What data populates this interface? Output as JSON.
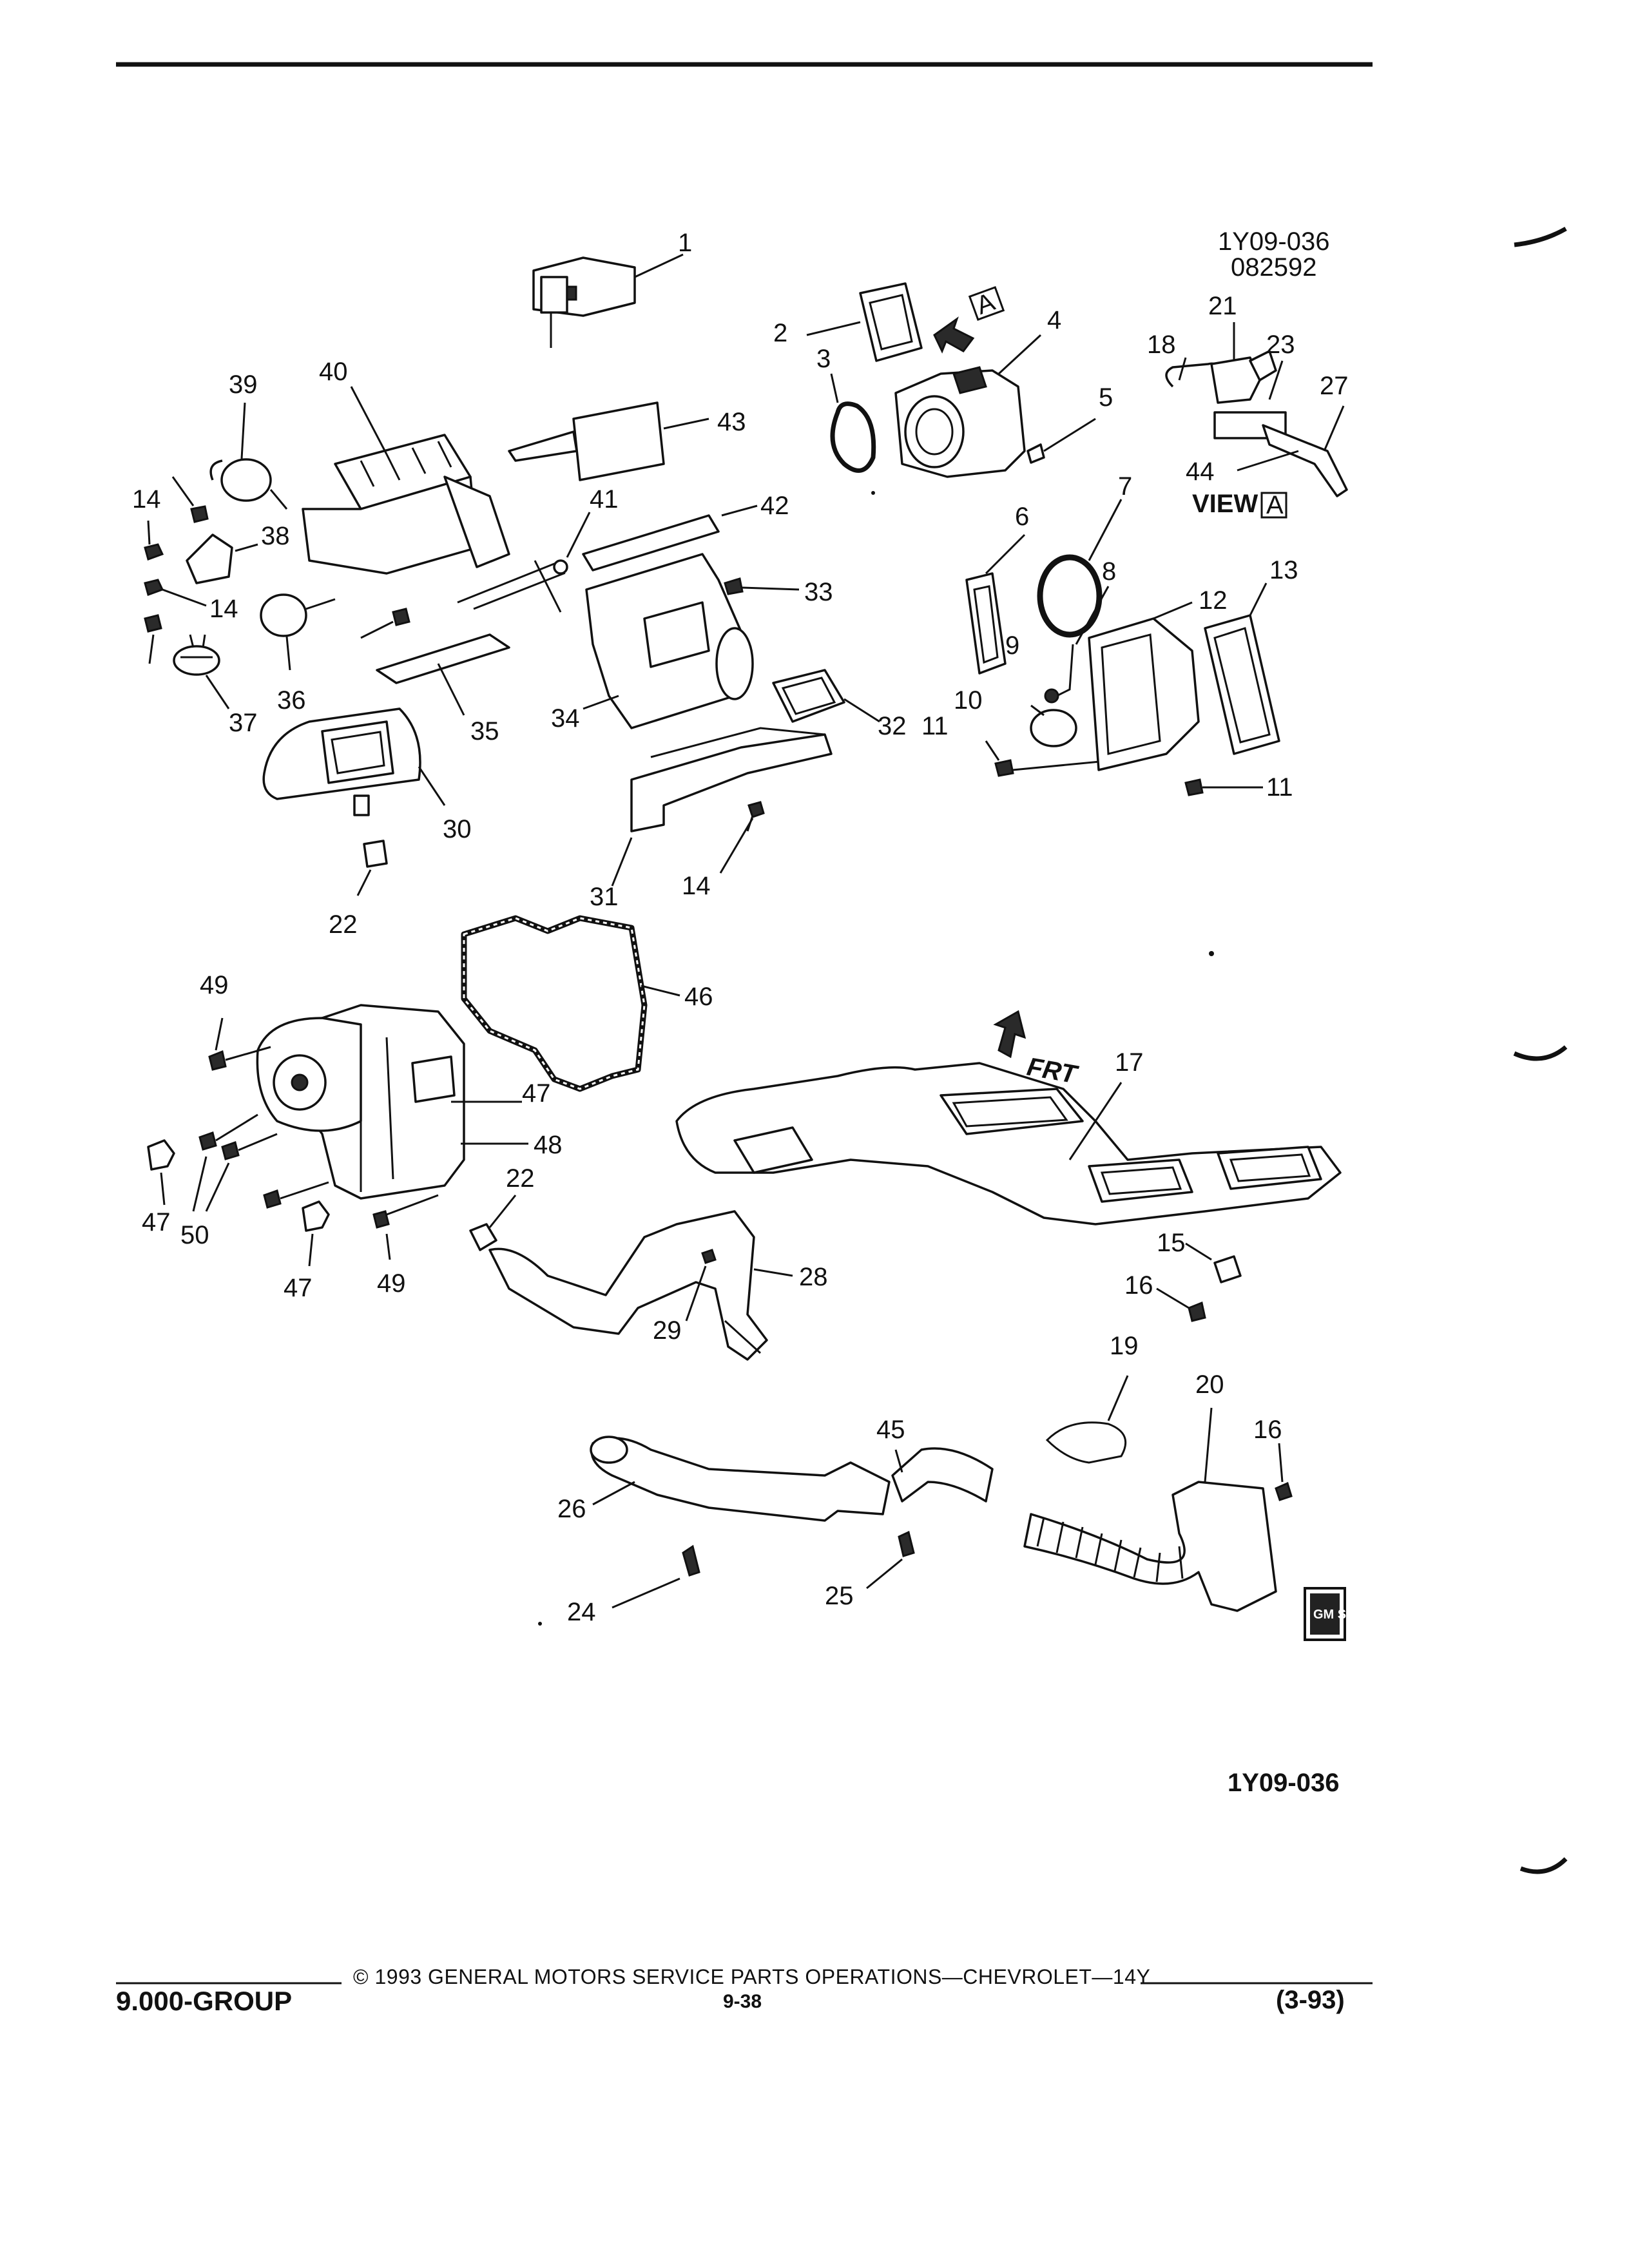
{
  "diagram": {
    "figure_id_top": "1Y09-036",
    "figure_date": "082592",
    "figure_id_bottom": "1Y09-036",
    "view_label": "VIEW",
    "view_letter": "A",
    "arrow_letter": "A",
    "front_label": "FRT",
    "logo_text": "GM SPO",
    "callouts": [
      "1",
      "2",
      "3",
      "4",
      "5",
      "6",
      "7",
      "8",
      "9",
      "10",
      "11",
      "12",
      "13",
      "14",
      "15",
      "16",
      "17",
      "18",
      "19",
      "20",
      "21",
      "22",
      "23",
      "24",
      "25",
      "26",
      "27",
      "28",
      "29",
      "30",
      "31",
      "32",
      "33",
      "34",
      "35",
      "36",
      "37",
      "38",
      "39",
      "40",
      "41",
      "42",
      "43",
      "44",
      "45",
      "46",
      "47",
      "48",
      "49",
      "50"
    ]
  },
  "footer": {
    "copyright": "© 1993 GENERAL MOTORS SERVICE PARTS OPERATIONS—CHEVROLET—14Y",
    "group": "9.000-GROUP",
    "page": "9-38",
    "revision": "(3-93)"
  }
}
